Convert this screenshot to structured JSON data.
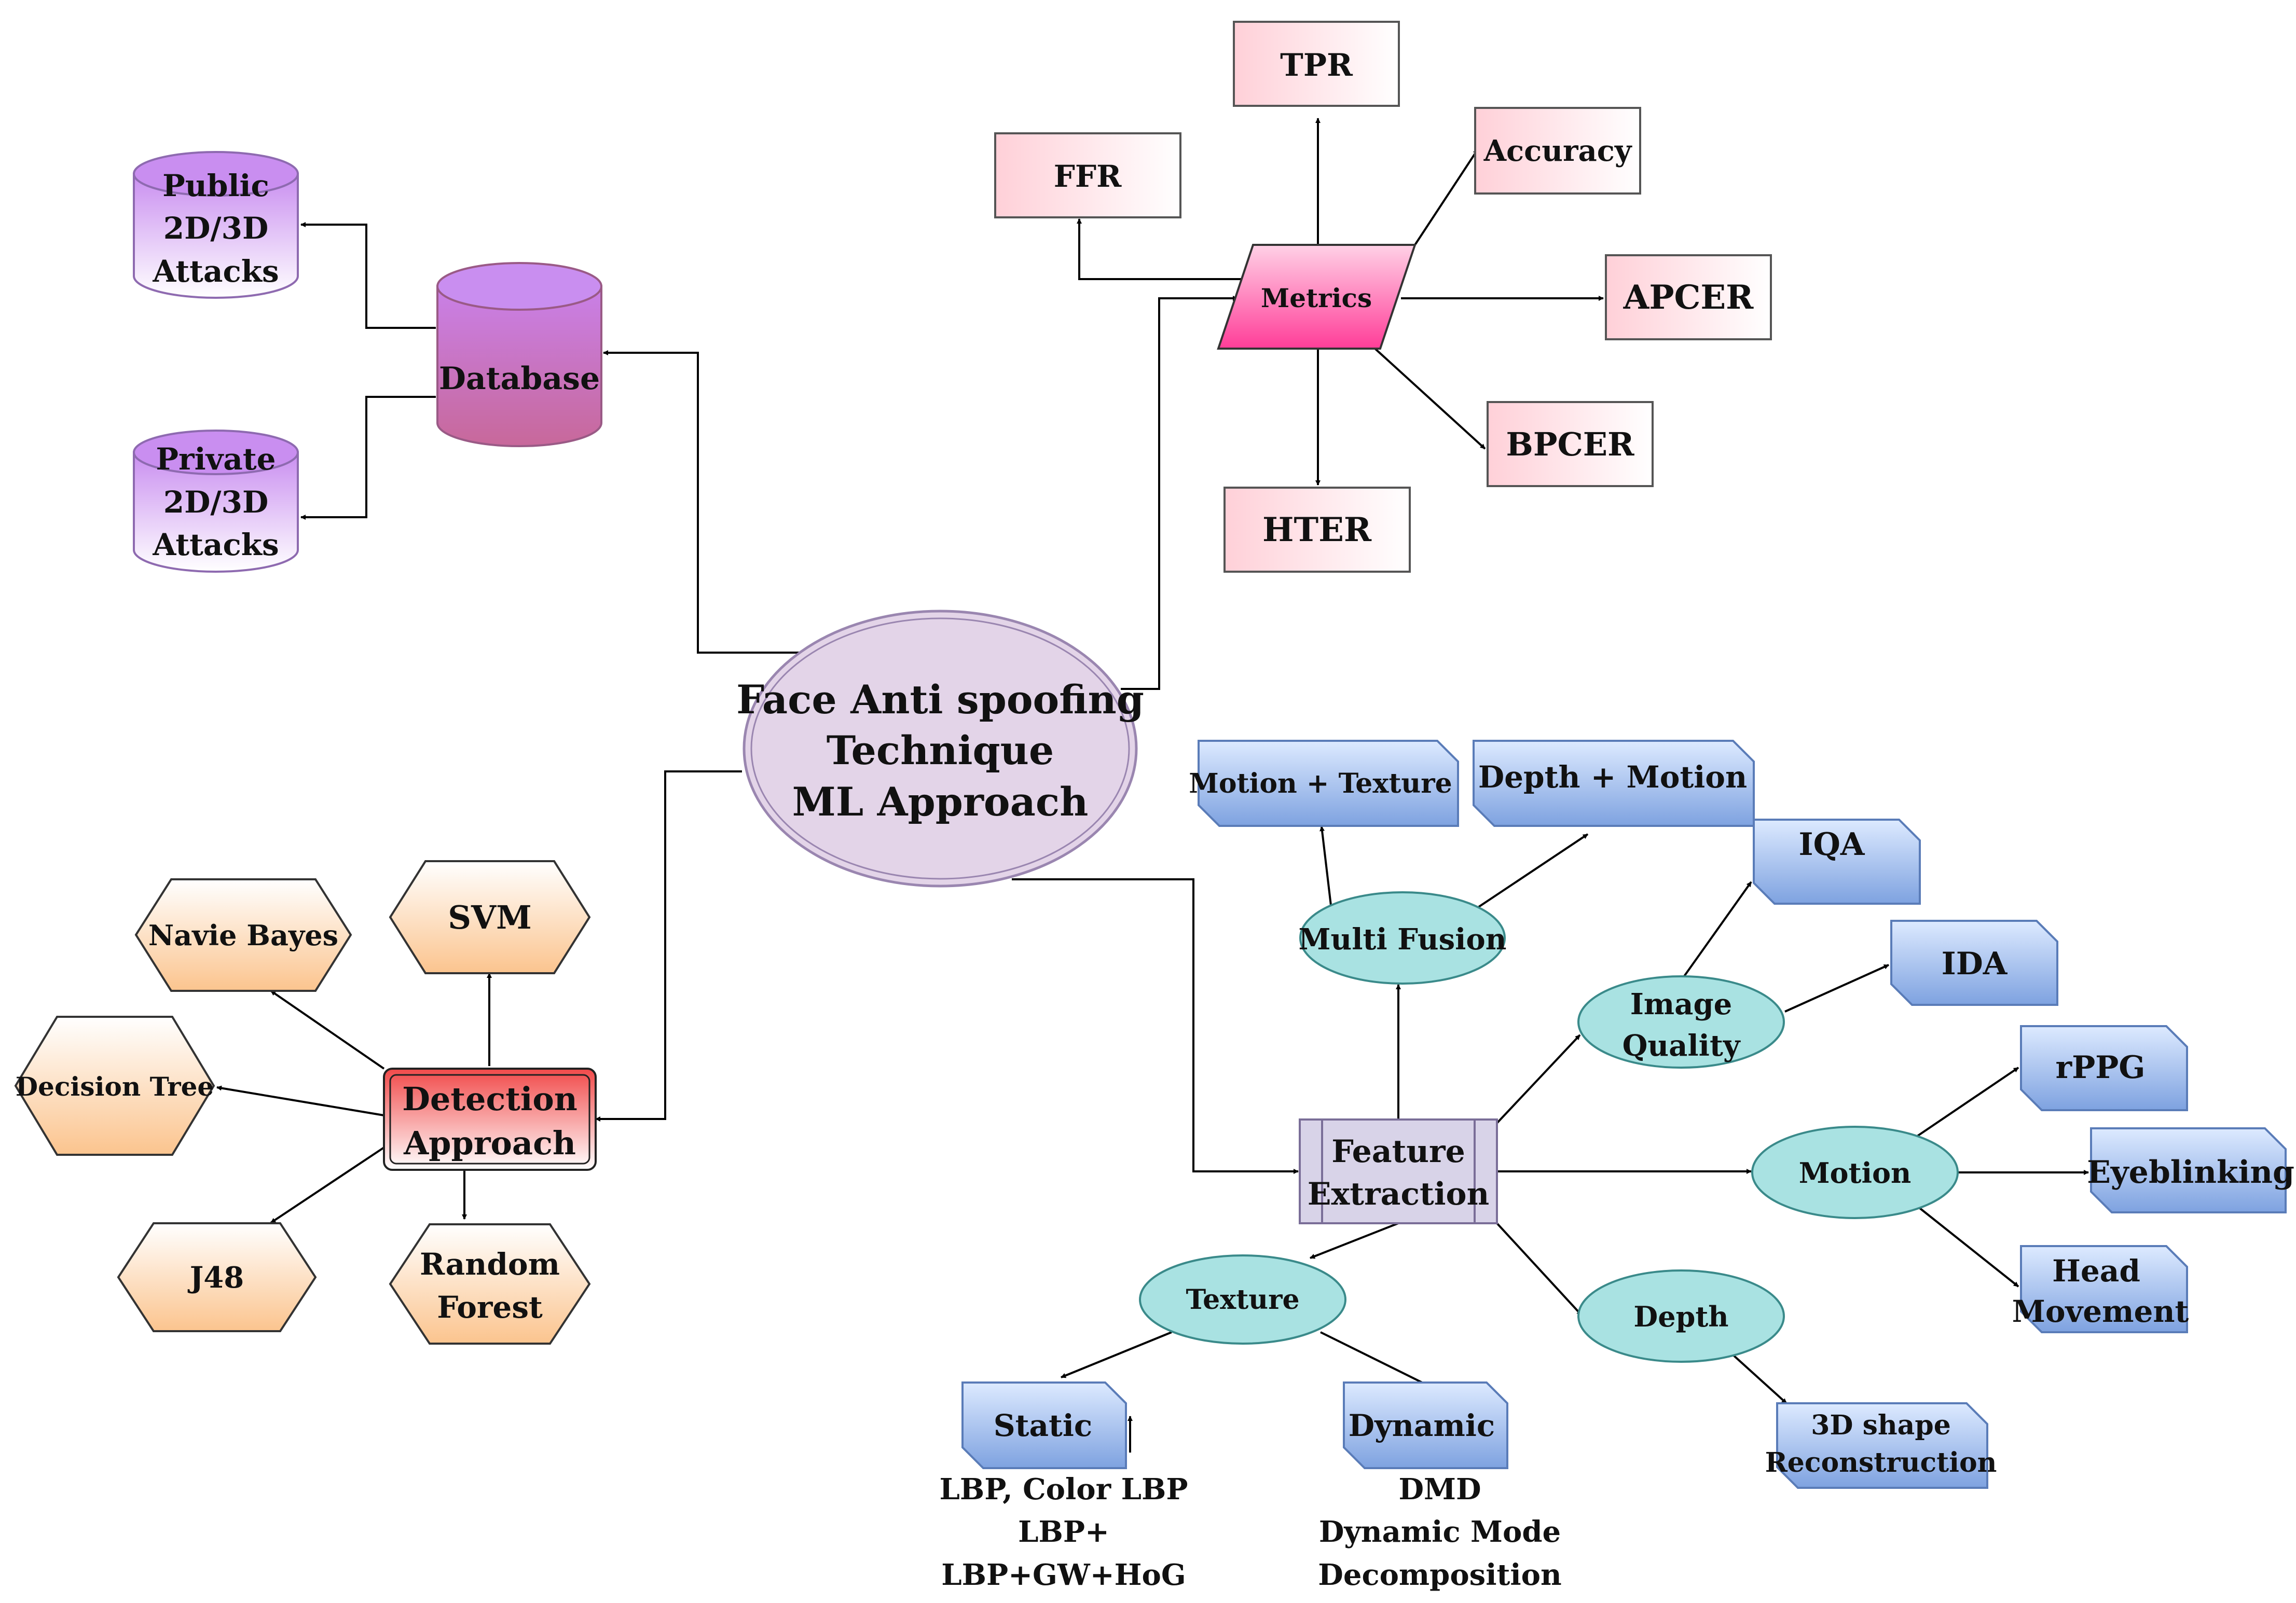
{
  "center": {
    "line1": "Face Anti spoofing",
    "line2": "Technique",
    "line3": "ML Approach"
  },
  "database": {
    "main": "Database",
    "public": {
      "line1": "Public",
      "line2": "2D/3D",
      "line3": "Attacks"
    },
    "private": {
      "line1": "Private",
      "line2": "2D/3D",
      "line3": "Attacks"
    }
  },
  "metrics": {
    "main": "Metrics",
    "tpr": "TPR",
    "ffr": "FFR",
    "accuracy": "Accuracy",
    "apcer": "APCER",
    "bpcer": "BPCER",
    "hter": "HTER"
  },
  "detection": {
    "line1": "Detection",
    "line2": "Approach",
    "svm": "SVM",
    "naive_bayes": "Navie Bayes",
    "decision_tree": "Decision Tree",
    "j48": "J48",
    "random_forest": {
      "line1": "Random",
      "line2": "Forest"
    }
  },
  "feature": {
    "line1": "Feature",
    "line2": "Extraction",
    "multi_fusion": "Multi Fusion",
    "motion_texture": "Motion + Texture",
    "depth_motion": "Depth + Motion",
    "image_quality": {
      "line1": "Image",
      "line2": "Quality"
    },
    "iqa": "IQA",
    "ida": "IDA",
    "motion": "Motion",
    "rppg": "rPPG",
    "eyeblinking": "Eyeblinking",
    "head_movement": {
      "line1": "Head",
      "line2": "Movement"
    },
    "depth": "Depth",
    "shape3d": {
      "line1": "3D shape",
      "line2": "Reconstruction"
    },
    "texture": "Texture",
    "static": "Static",
    "dynamic": "Dynamic",
    "static_notes": [
      "LBP, Color LBP",
      "LBP+",
      "LBP+GW+HoG"
    ],
    "dynamic_notes": [
      "DMD",
      "Dynamic Mode",
      "Decomposition"
    ]
  },
  "colors": {
    "purple_top": "#c98ef0",
    "purple_bottom": "#ffffff",
    "db_top": "#c980e8",
    "db_bottom": "#c8689a",
    "pink_light": "#ffd6dc",
    "pink_strong": "#ff4fa3",
    "orange_light": "#fcd3a8",
    "red_box": "#f75a5a",
    "blue_box": "#8fb2e8",
    "teal": "#a9e2e2",
    "lavender": "#d8d3e8",
    "center_fill": "#e3d4e8"
  }
}
